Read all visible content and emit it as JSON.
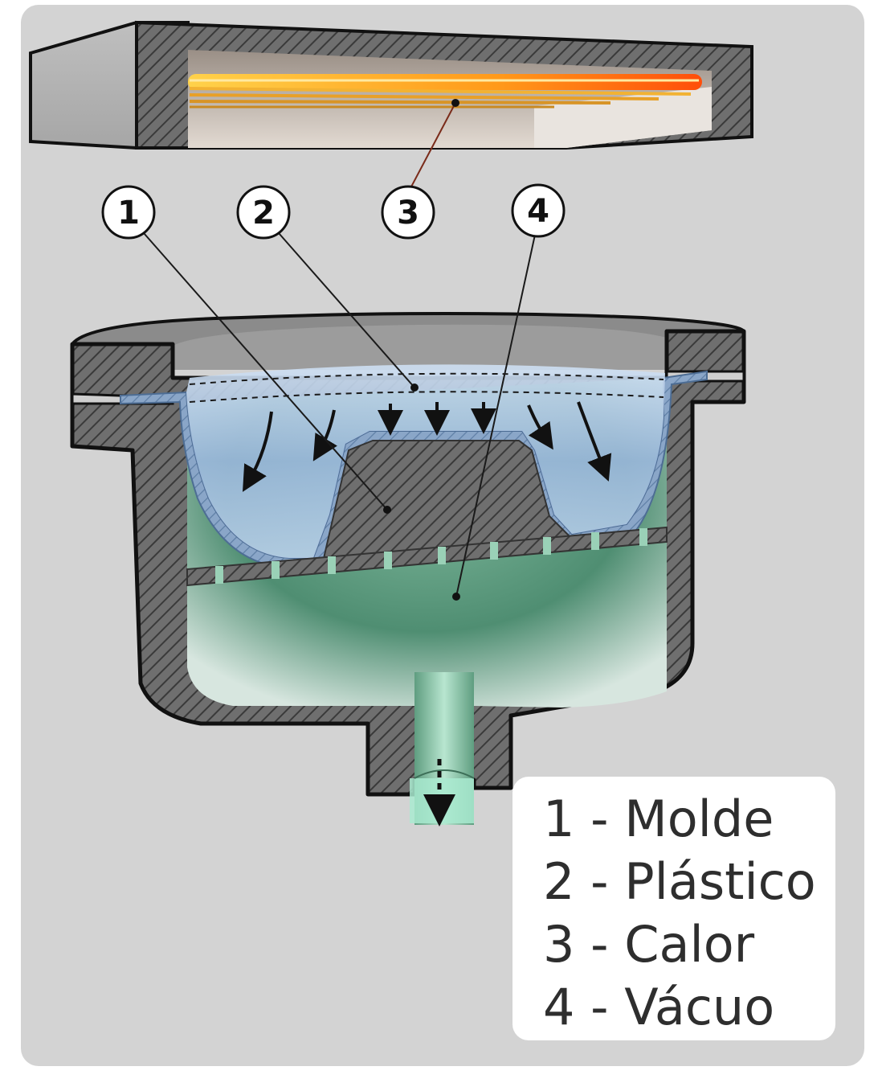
{
  "callouts": [
    {
      "number": "1",
      "target": "molde"
    },
    {
      "number": "2",
      "target": "plastico"
    },
    {
      "number": "3",
      "target": "calor"
    },
    {
      "number": "4",
      "target": "vacuo"
    }
  ],
  "legend": {
    "items": [
      {
        "number": "1",
        "label": "1 - Molde"
      },
      {
        "number": "2",
        "label": "2 - Plástico"
      },
      {
        "number": "3",
        "label": "3 - Calor"
      },
      {
        "number": "4",
        "label": "4 - Vácuo"
      }
    ]
  },
  "colors": {
    "background_panel": "#d3d3d3",
    "section_wall": "#7a7a7a",
    "plastic_sheet": "#a8c4e4",
    "vacuum": "#6aa98c",
    "heater": "#ff9a1a"
  },
  "icons": [
    "arrow-down-icon",
    "curved-arrow-icon",
    "dashed-arrow-icon"
  ]
}
